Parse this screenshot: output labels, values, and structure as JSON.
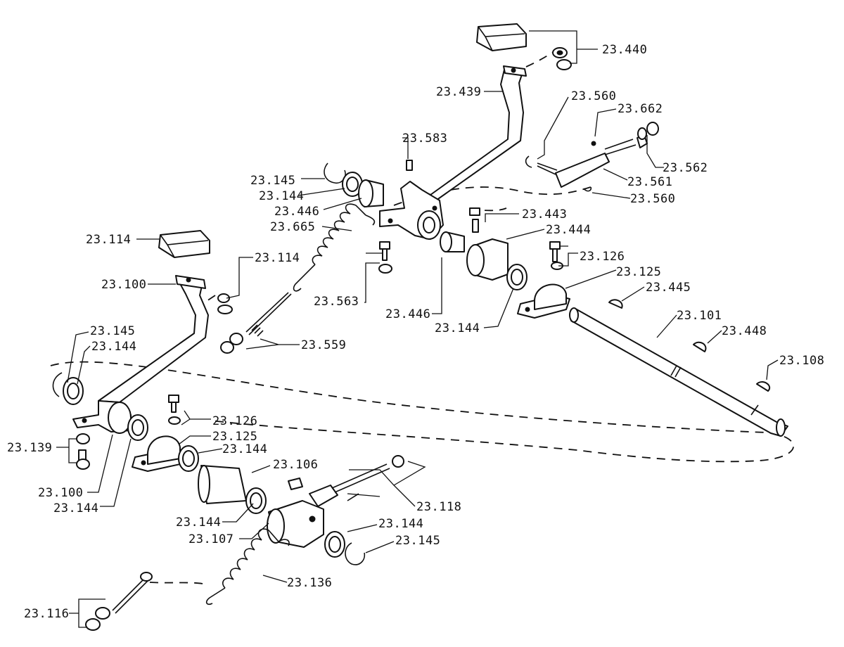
{
  "diagram": {
    "callouts": [
      {
        "id": "c-23440",
        "text": "23.440"
      },
      {
        "id": "c-23439",
        "text": "23.439"
      },
      {
        "id": "c-23560a",
        "text": "23.560"
      },
      {
        "id": "c-23662",
        "text": "23.662"
      },
      {
        "id": "c-23583",
        "text": "23.583"
      },
      {
        "id": "c-23562",
        "text": "23.562"
      },
      {
        "id": "c-23561",
        "text": "23.561"
      },
      {
        "id": "c-23560b",
        "text": "23.560"
      },
      {
        "id": "c-23145a",
        "text": "23.145"
      },
      {
        "id": "c-23144a",
        "text": "23.144"
      },
      {
        "id": "c-23446a",
        "text": "23.446"
      },
      {
        "id": "c-23665",
        "text": "23.665"
      },
      {
        "id": "c-23443",
        "text": "23.443"
      },
      {
        "id": "c-23444",
        "text": "23.444"
      },
      {
        "id": "c-23114a",
        "text": "23.114"
      },
      {
        "id": "c-23114b",
        "text": "23.114"
      },
      {
        "id": "c-23126a",
        "text": "23.126"
      },
      {
        "id": "c-23125a",
        "text": "23.125"
      },
      {
        "id": "c-23100a",
        "text": "23.100"
      },
      {
        "id": "c-23563",
        "text": "23.563"
      },
      {
        "id": "c-23445",
        "text": "23.445"
      },
      {
        "id": "c-23446b",
        "text": "23.446"
      },
      {
        "id": "c-23144b",
        "text": "23.144"
      },
      {
        "id": "c-23101",
        "text": "23.101"
      },
      {
        "id": "c-23448",
        "text": "23.448"
      },
      {
        "id": "c-23145b",
        "text": "23.145"
      },
      {
        "id": "c-23144c",
        "text": "23.144"
      },
      {
        "id": "c-23559",
        "text": "23.559"
      },
      {
        "id": "c-23108",
        "text": "23.108"
      },
      {
        "id": "c-23126b",
        "text": "23.126"
      },
      {
        "id": "c-23125b",
        "text": "23.125"
      },
      {
        "id": "c-23139",
        "text": "23.139"
      },
      {
        "id": "c-23144d",
        "text": "23.144"
      },
      {
        "id": "c-23106",
        "text": "23.106"
      },
      {
        "id": "c-23100b",
        "text": "23.100"
      },
      {
        "id": "c-23144e",
        "text": "23.144"
      },
      {
        "id": "c-23118",
        "text": "23.118"
      },
      {
        "id": "c-23144f",
        "text": "23.144"
      },
      {
        "id": "c-23144g",
        "text": "23.144"
      },
      {
        "id": "c-23107",
        "text": "23.107"
      },
      {
        "id": "c-23145c",
        "text": "23.145"
      },
      {
        "id": "c-23136",
        "text": "23.136"
      },
      {
        "id": "c-23116",
        "text": "23.116"
      }
    ]
  }
}
